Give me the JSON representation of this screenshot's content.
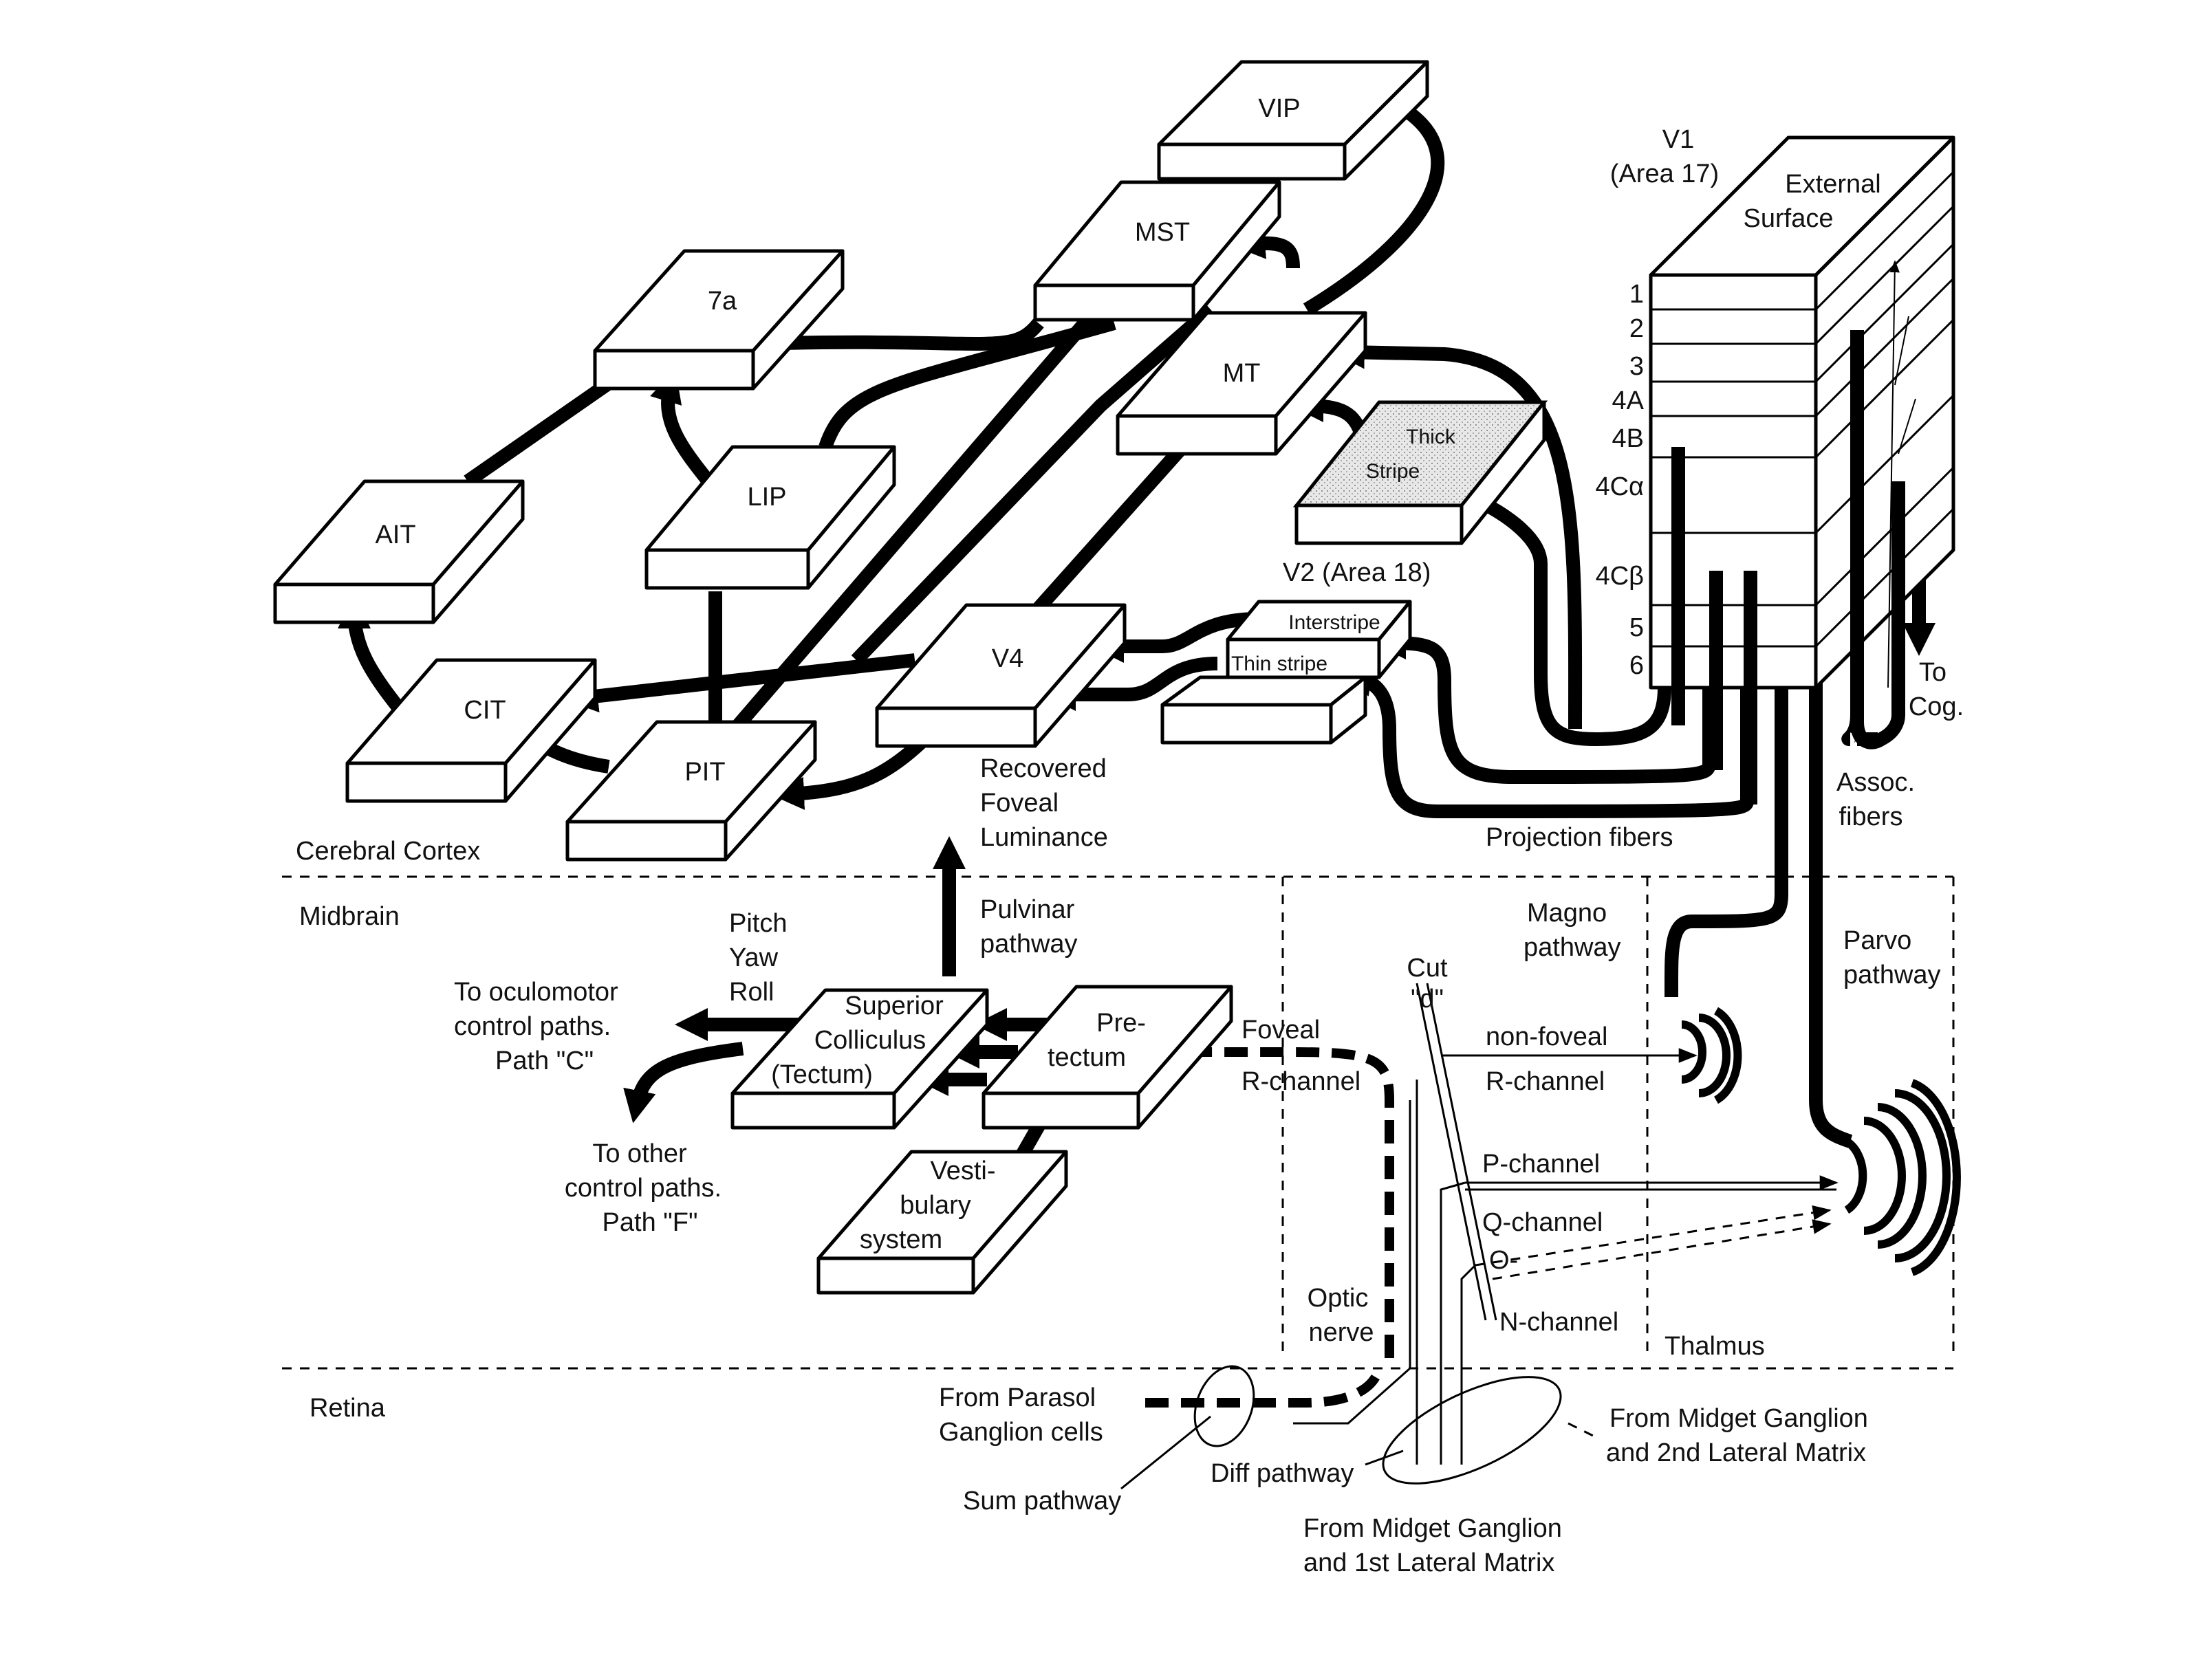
{
  "regions": {
    "cortex": "Cerebral Cortex",
    "midbrain": "Midbrain",
    "retina": "Retina",
    "thalmus": "Thalmus"
  },
  "boxes": {
    "vip": "VIP",
    "mst": "MST",
    "mt": "MT",
    "seven_a": "7a",
    "lip": "LIP",
    "ait": "AIT",
    "cit": "CIT",
    "pit": "PIT",
    "v4": "V4",
    "thick_stripe_1": "Thick",
    "thick_stripe_2": "Stripe",
    "interstripe": "Interstripe",
    "thin_stripe": "Thin stripe",
    "v2": "V2 (Area 18)",
    "sc_1": "Superior",
    "sc_2": "Colliculus",
    "sc_3": "(Tectum)",
    "pre_1": "Pre-",
    "pre_2": "tectum",
    "vest_1": "Vesti-",
    "vest_2": "bulary",
    "vest_3": "system"
  },
  "v1": {
    "title_1": "V1",
    "title_2": "(Area 17)",
    "surface_1": "External",
    "surface_2": "Surface",
    "layers": [
      "1",
      "2",
      "3",
      "4A",
      "4B",
      "4Cα",
      "4Cβ",
      "5",
      "6"
    ],
    "to_cog_1": "To",
    "to_cog_2": "Cog."
  },
  "labels": {
    "recovered_1": "Recovered",
    "recovered_2": "Foveal",
    "recovered_3": "Luminance",
    "projection": "Projection fibers",
    "assoc_1": "Assoc.",
    "assoc_2": "fibers",
    "pulvinar_1": "Pulvinar",
    "pulvinar_2": "pathway",
    "pitch": "Pitch",
    "yaw": "Yaw",
    "roll": "Roll",
    "oculo_1": "To oculomotor",
    "oculo_2": "control paths.",
    "oculo_3": "Path \"C\"",
    "other_1": "To other",
    "other_2": "control paths.",
    "other_3": "Path \"F\"",
    "foveal_1": "Foveal",
    "foveal_2": "R-channel",
    "cut_1": "Cut",
    "cut_2": "\"d\"",
    "magno_1": "Magno",
    "magno_2": "pathway",
    "parvo_1": "Parvo",
    "parvo_2": "pathway",
    "nonfoveal_1": "non-foveal",
    "nonfoveal_2": "R-channel",
    "p_channel": "P-channel",
    "q_channel": "Q-channel",
    "o_channel": "O-",
    "n_channel": "N-channel",
    "optic_1": "Optic",
    "optic_2": "nerve",
    "parasol_1": "From Parasol",
    "parasol_2": "Ganglion cells",
    "sum": "Sum pathway",
    "diff": "Diff pathway",
    "midget1_1": "From Midget Ganglion",
    "midget1_2": "and 1st Lateral Matrix",
    "midget2_1": "From Midget Ganglion",
    "midget2_2": "and 2nd Lateral Matrix"
  }
}
